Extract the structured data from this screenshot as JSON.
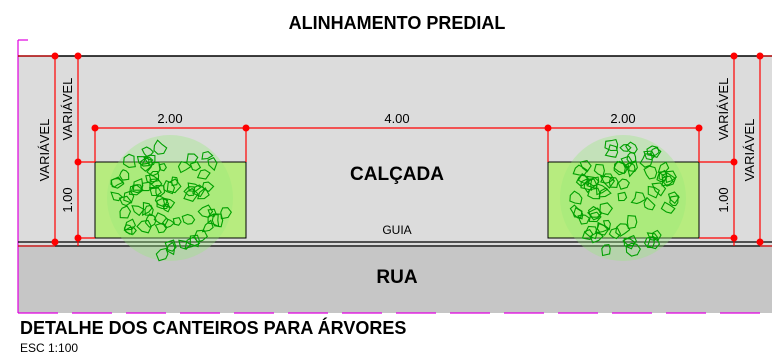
{
  "header": {
    "title": "ALINHAMENTO PREDIAL"
  },
  "drawing": {
    "sidewalk_label": "CALÇADA",
    "curb_label": "GUIA",
    "street_label": "RUA",
    "dims": {
      "bed_left_width": "2.00",
      "gap_width": "4.00",
      "bed_right_width": "2.00",
      "bed_depth_left": "1.00",
      "bed_depth_right": "1.00",
      "variable_outer_left": "VARIÁVEL",
      "variable_inner_left": "VARIÁVEL",
      "variable_inner_right": "VARIÁVEL",
      "variable_outer_right": "VARIÁVEL"
    },
    "colors": {
      "sidewalk": "#dcdcdc",
      "street": "#c6c6c6",
      "planting_bed": "#b7ec7f",
      "tree_lines": "#00a000",
      "dimension": "#ff0000",
      "boundary": "#e000e0"
    }
  },
  "footer": {
    "title": "DETALHE DOS CANTEIROS PARA ÁRVORES",
    "scale": "ESC 1:100"
  }
}
